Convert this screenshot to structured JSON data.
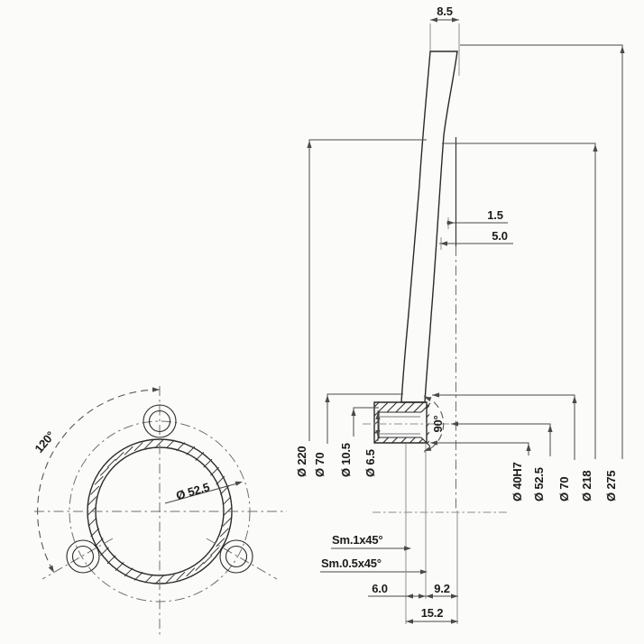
{
  "colors": {
    "bg": "#fbfbf9",
    "ink": "#2a2a2a",
    "dim": "#4a4a4a",
    "light": "#8f8f8f",
    "text": "#1b1b1b"
  },
  "section": {
    "top_width": "8.5",
    "step_dims": [
      "1.5",
      "5.0"
    ],
    "left_diameters": [
      "Ø 220",
      "Ø 70",
      "Ø 10.5",
      "Ø 6.5"
    ],
    "right_diameters": [
      "Ø 40H7",
      "Ø 52.5",
      "Ø 70",
      "Ø 218",
      "Ø 275"
    ],
    "countersink_angle": "90°",
    "chamfer_notes": [
      "Sm.1x45°",
      "Sm.0.5x45°"
    ],
    "bottom_dims": [
      "6.0",
      "9.2",
      "15.2"
    ]
  },
  "flange_view": {
    "hole_spacing_angle": "120°",
    "bolt_circle_diameter": "Ø 52.5"
  }
}
